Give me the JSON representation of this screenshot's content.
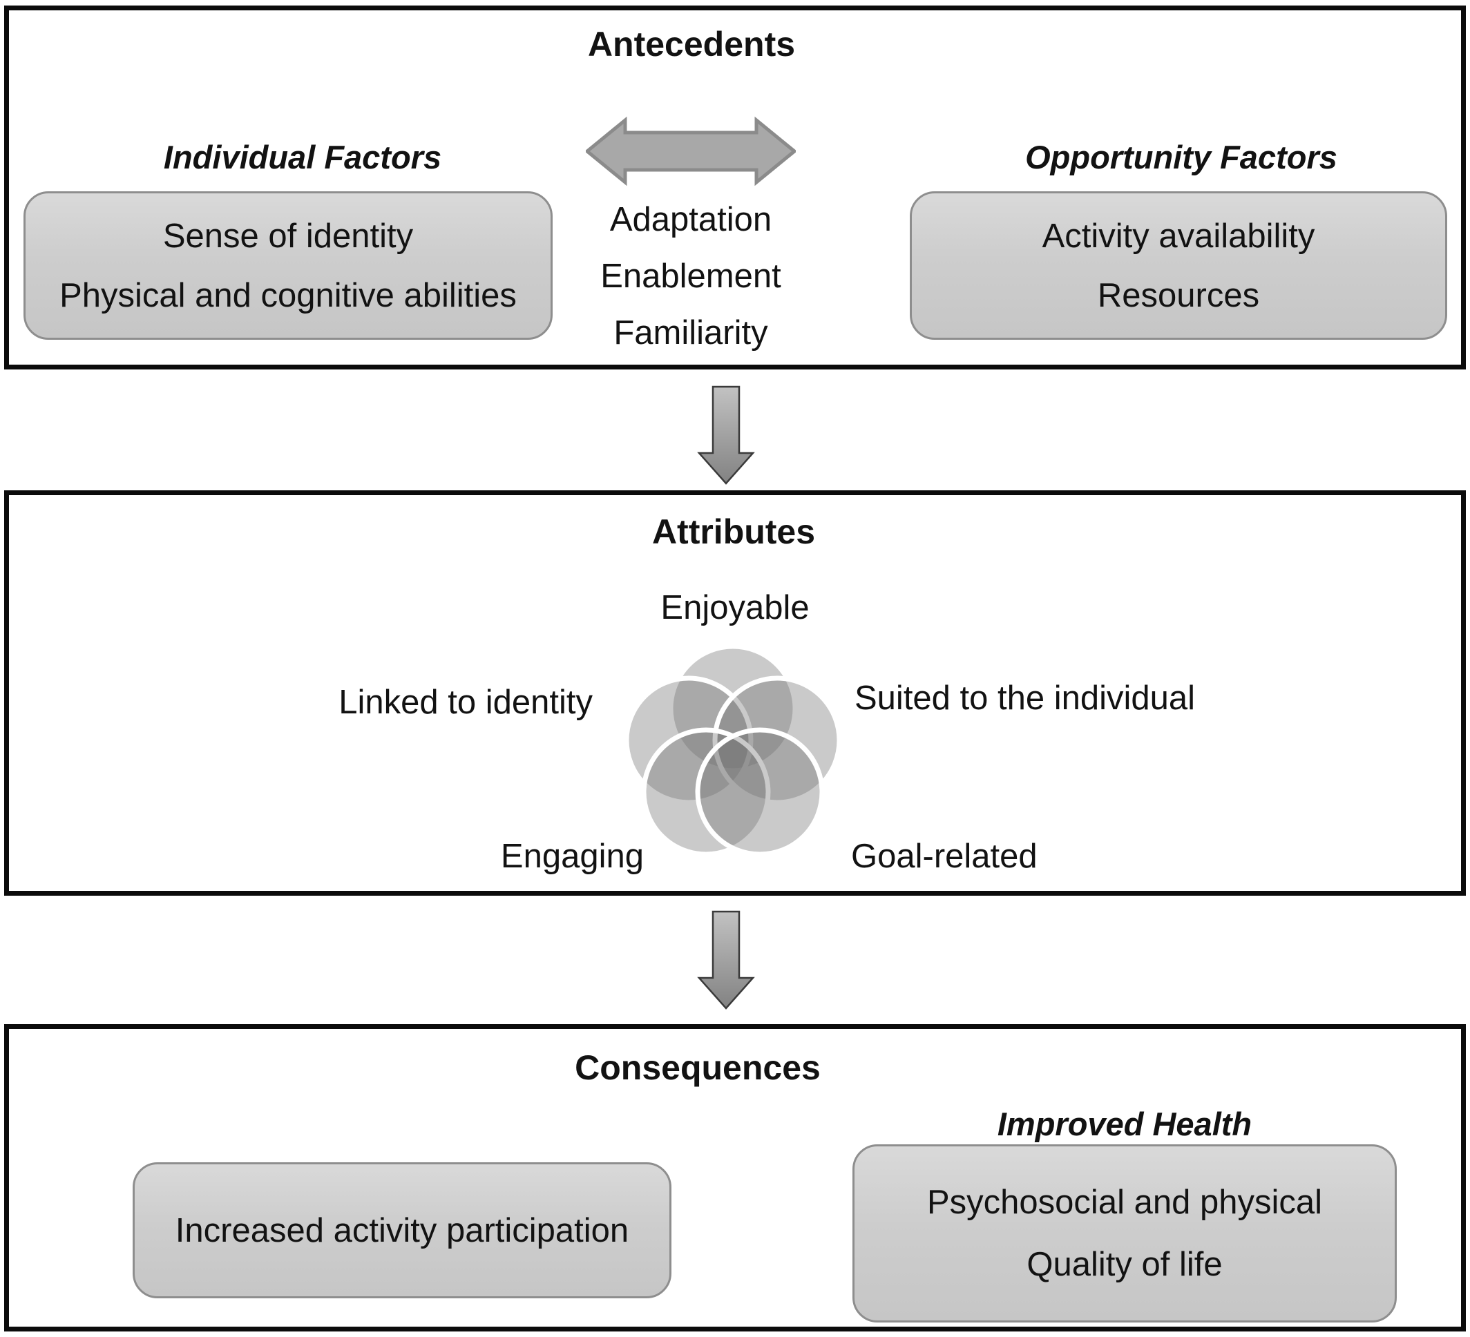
{
  "antecedents": {
    "title": "Antecedents",
    "individual_heading": "Individual Factors",
    "individual_items": [
      "Sense of identity",
      "Physical and cognitive abilities"
    ],
    "exchange_items": [
      "Adaptation",
      "Enablement",
      "Familiarity"
    ],
    "opportunity_heading": "Opportunity Factors",
    "opportunity_items": [
      "Activity availability",
      "Resources"
    ]
  },
  "attributes": {
    "title": "Attributes",
    "top_label": "Enjoyable",
    "left_label": "Linked to identity",
    "right_label": "Suited to the individual",
    "bottom_left_label": "Engaging",
    "bottom_right_label": "Goal-related"
  },
  "consequences": {
    "title": "Consequences",
    "health_heading": "Improved Health",
    "participation_box": "Increased activity participation",
    "health_items": [
      "Psychosocial and physical",
      "Quality of life"
    ]
  },
  "icons": {
    "double_arrow": "double-arrow-icon",
    "down_arrow": "down-arrow-icon",
    "venn_flower": "venn-flower-icon"
  },
  "colors": {
    "panel_border": "#0b0b0b",
    "text": "#121212",
    "pill_fill_top": "#d9d9d9",
    "pill_fill_bottom": "#c6c6c6",
    "pill_border": "#8e8e8e",
    "double_arrow_fill": "#a8a8a8",
    "double_arrow_border": "#8b8b8b",
    "down_arrow_top": "#c2c2c2",
    "down_arrow_bottom": "#828282",
    "down_arrow_border": "#3a3a3a",
    "venn_circle_fill": "rgba(115,115,115,0.38)",
    "venn_circle_border": "#ffffff"
  }
}
